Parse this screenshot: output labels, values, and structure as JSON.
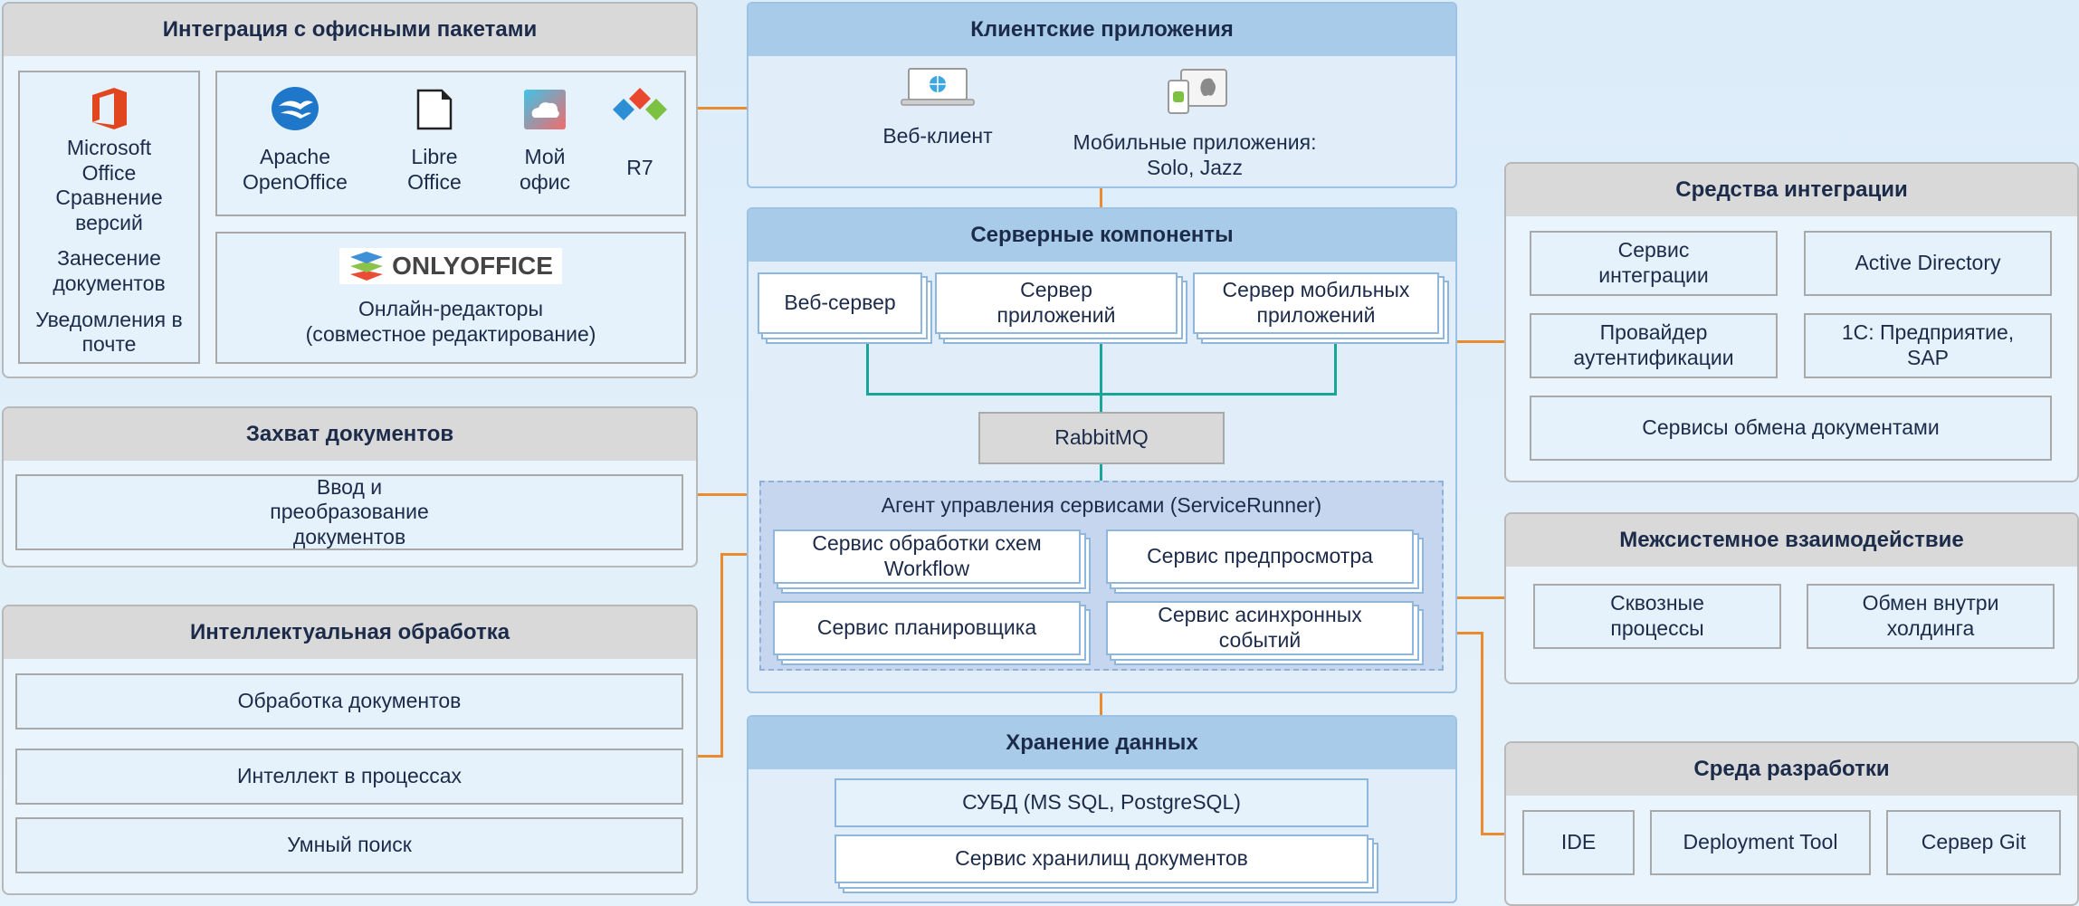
{
  "office": {
    "title": "Интеграция с офисными пакетами",
    "ms_office": "Microsoft Office",
    "compare": "Сравнение версий",
    "doc_entry": "Занесение документов",
    "mail_notify": "Уведомления в почте",
    "suites": [
      {
        "name": "Apache OpenOffice",
        "icon": "apache-openoffice-icon"
      },
      {
        "name": "Libre Office",
        "icon": "libreoffice-icon"
      },
      {
        "name": "Мой офис",
        "icon": "myoffice-icon"
      },
      {
        "name": "R7",
        "icon": "r7-icon"
      }
    ],
    "onlyoffice_logo": "ONLYOFFICE",
    "online_editors": "Онлайн-редакторы\n(совместное редактирование)"
  },
  "capture": {
    "title": "Захват документов",
    "item": "Ввод и преобразование документов"
  },
  "intelligent": {
    "title": "Интеллектуальная обработка",
    "items": [
      "Обработка документов",
      "Интеллект в процессах",
      "Умный поиск"
    ]
  },
  "clients": {
    "title": "Клиентские приложения",
    "web": "Веб-клиент",
    "mobile": "Мобильные приложения:\nSolo, Jazz"
  },
  "server": {
    "title": "Серверные компоненты",
    "web_server": "Веб-сервер",
    "app_server": "Сервер приложений",
    "mobile_server": "Сервер мобильных приложений",
    "rabbit": "RabbitMQ",
    "agent": "Агент управления сервисами (ServiceRunner)",
    "workflow": "Сервис обработки схем Workflow",
    "preview": "Сервис предпросмотра",
    "scheduler": "Сервис планировщика",
    "async": "Сервис асинхронных событий"
  },
  "storage": {
    "title": "Хранение данных",
    "dbms": "СУБД (MS SQL, PostgreSQL)",
    "docstore": "Сервис хранилищ документов"
  },
  "integration": {
    "title": "Средства интеграции",
    "service": "Сервис интеграции",
    "ad": "Active Directory",
    "auth": "Провайдер аутентификации",
    "onec": "1С: Предприятие, SAP",
    "exchange": "Сервисы обмена документами"
  },
  "intersystem": {
    "title": "Межсистемное взаимодействие",
    "e2e": "Сквозные процессы",
    "holding": "Обмен внутри холдинга"
  },
  "devenv": {
    "title": "Среда разработки",
    "ide": "IDE",
    "deploy": "Deployment Tool",
    "git": "Сервер Git"
  },
  "colors": {
    "connector": "#e98b2e",
    "bus": "#1aa59a",
    "panel_header": "#d9d9d9",
    "center_header": "#a8cbea"
  }
}
